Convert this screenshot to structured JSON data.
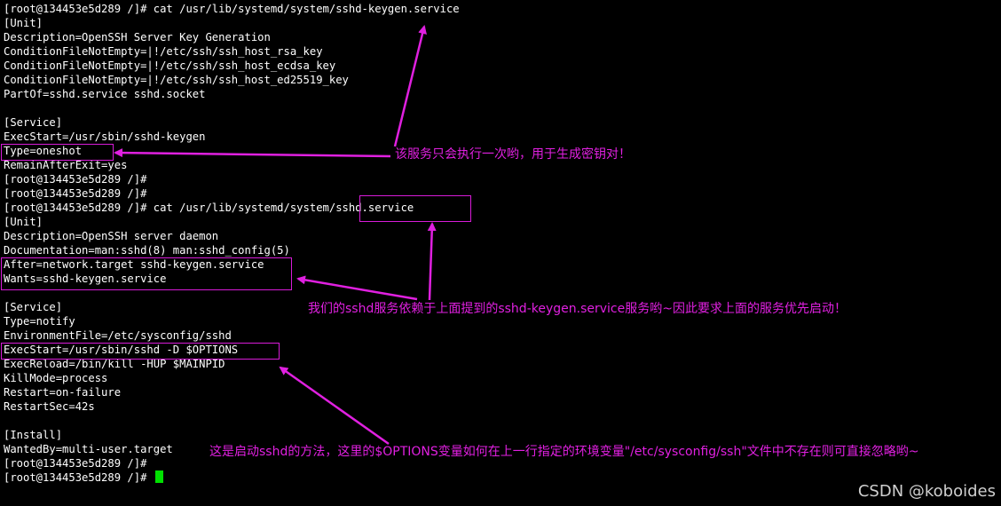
{
  "terminal": {
    "lines": [
      "[root@134453e5d289 /]# cat /usr/lib/systemd/system/sshd-keygen.service",
      "[Unit]",
      "Description=OpenSSH Server Key Generation",
      "ConditionFileNotEmpty=|!/etc/ssh/ssh_host_rsa_key",
      "ConditionFileNotEmpty=|!/etc/ssh/ssh_host_ecdsa_key",
      "ConditionFileNotEmpty=|!/etc/ssh/ssh_host_ed25519_key",
      "PartOf=sshd.service sshd.socket",
      "",
      "[Service]",
      "ExecStart=/usr/sbin/sshd-keygen",
      "Type=oneshot",
      "RemainAfterExit=yes",
      "[root@134453e5d289 /]#",
      "[root@134453e5d289 /]#",
      "[root@134453e5d289 /]# cat /usr/lib/systemd/system/sshd.service",
      "[Unit]",
      "Description=OpenSSH server daemon",
      "Documentation=man:sshd(8) man:sshd_config(5)",
      "After=network.target sshd-keygen.service",
      "Wants=sshd-keygen.service",
      "",
      "[Service]",
      "Type=notify",
      "EnvironmentFile=/etc/sysconfig/sshd",
      "ExecStart=/usr/sbin/sshd -D $OPTIONS",
      "ExecReload=/bin/kill -HUP $MAINPID",
      "KillMode=process",
      "Restart=on-failure",
      "RestartSec=42s",
      "",
      "[Install]",
      "WantedBy=multi-user.target",
      "[root@134453e5d289 /]#",
      "[root@134453e5d289 /]# "
    ],
    "cursor_color": "#00e000",
    "text_color": "#ffffff",
    "background": "#000000"
  },
  "annotations": {
    "note1": "该服务只会执行一次哟，用于生成密钥对！",
    "note2": "我们的sshd服务依赖于上面提到的sshd-keygen.service服务哟~因此要求上面的服务优先启动！",
    "note3": "这是启动sshd的方法，这里的$OPTIONS变量如何在上一行指定的环境变量\"/etc/sysconfig/ssh\"文件中不存在则可直接忽略哟~",
    "color": "#e020e0"
  },
  "watermark": "CSDN @koboides"
}
